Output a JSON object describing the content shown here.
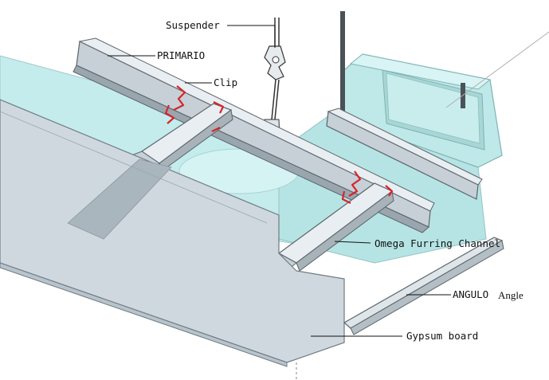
{
  "labels": {
    "suspender": "Suspender",
    "primario": "PRIMARIO",
    "clip": "Clip",
    "omega": "Omega Furring Channel",
    "angulo_prefix": "ANGULO",
    "angulo_suffix": "Angle",
    "gypsum": "Gypsum board"
  },
  "colors": {
    "board_top": "#cfd8de",
    "board_edge": "#b8c4cc",
    "cyan_fill": "#b8e6e6",
    "cyan_light": "#d4f2f2",
    "metal_light": "#e8eef1",
    "metal_mid": "#c6d0d6",
    "metal_dark": "#9aa6ae",
    "clip_red": "#d8242a",
    "line": "#222222",
    "rod": "#4a5258"
  }
}
